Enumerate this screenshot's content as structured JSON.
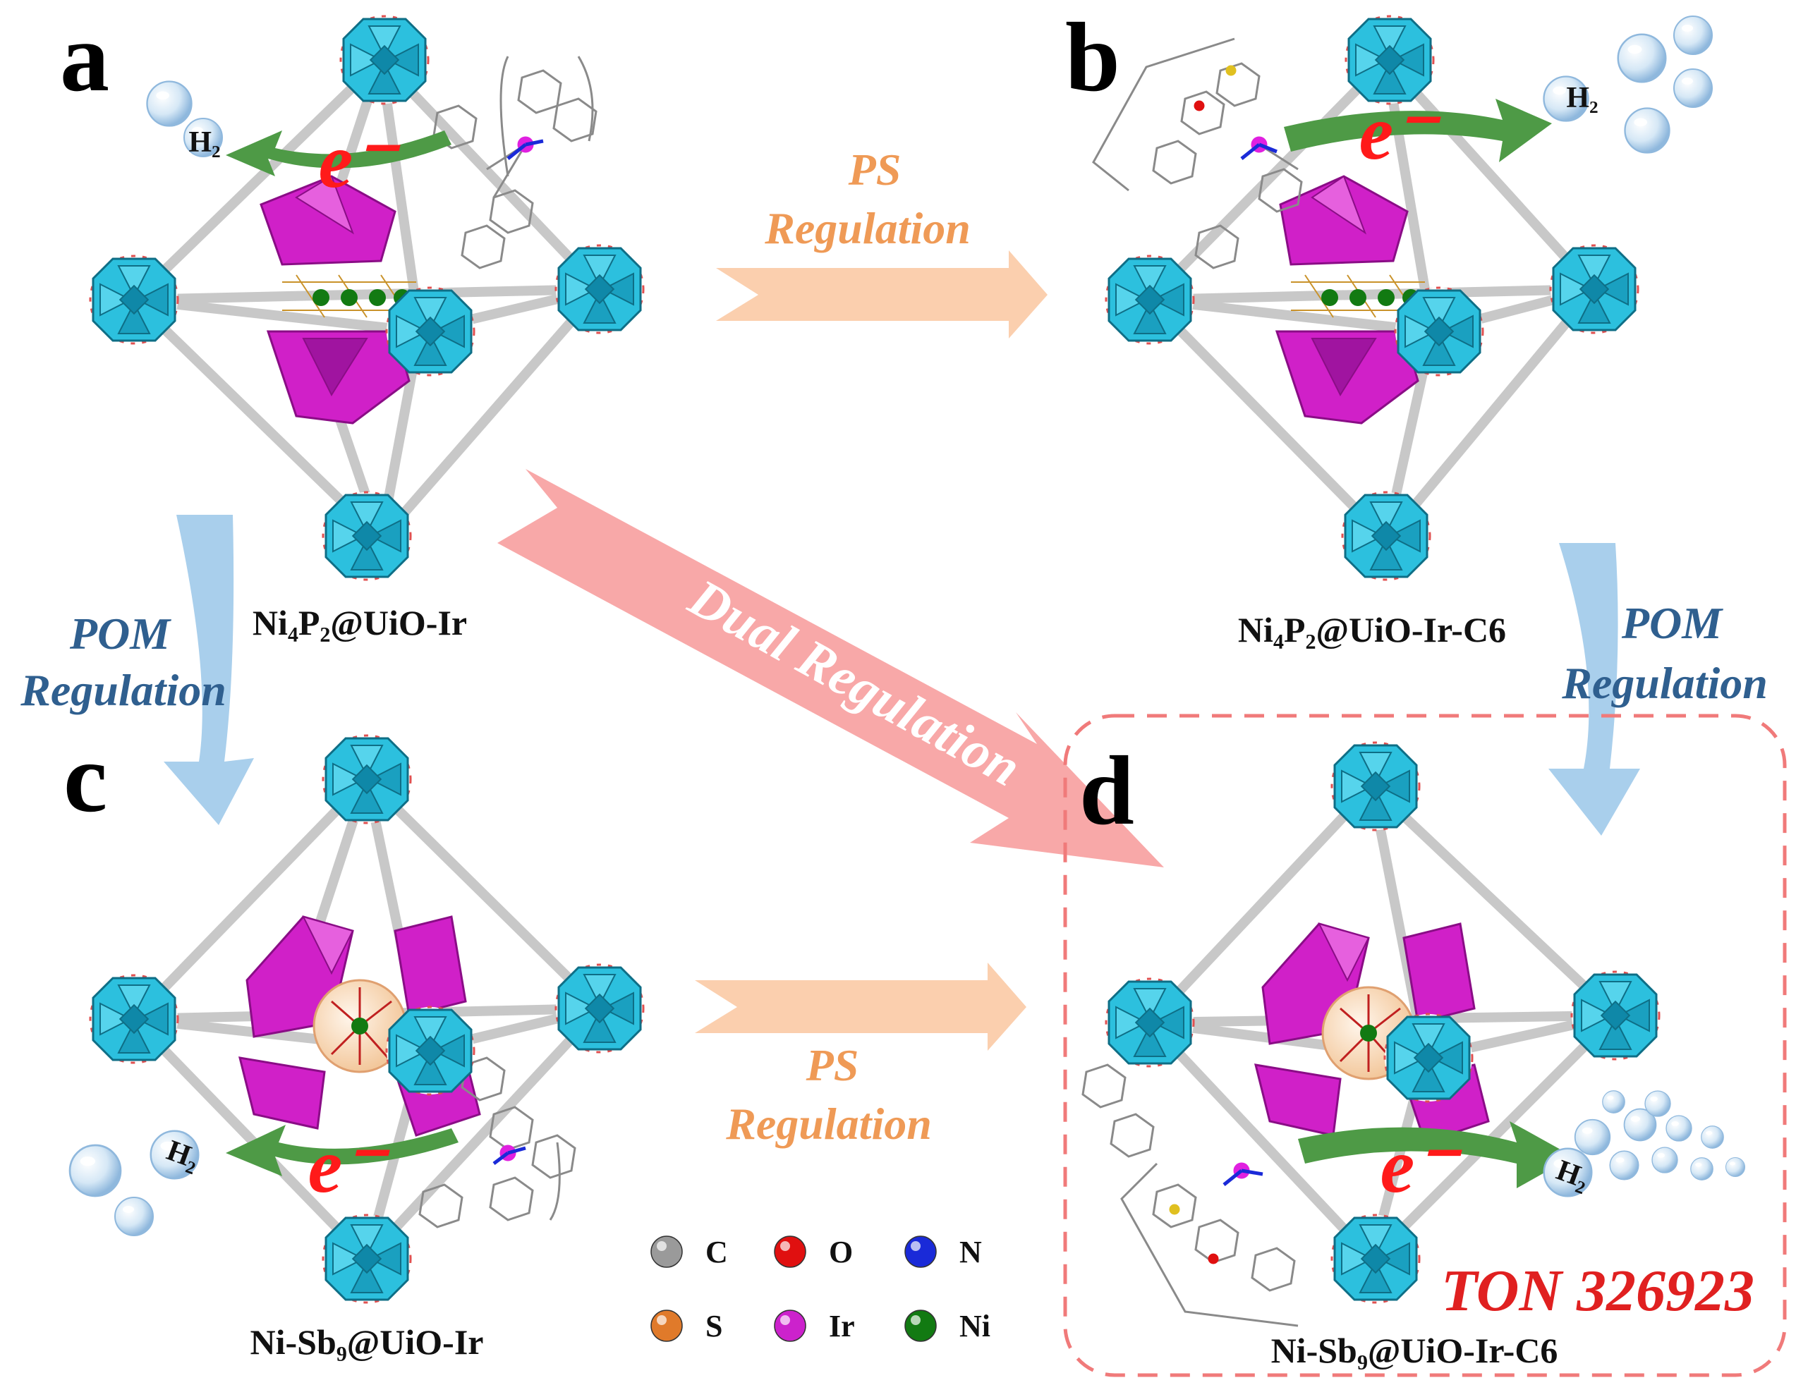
{
  "panels": [
    {
      "letter": "a",
      "caption": "Ni₄P₂@UiO-Ir"
    },
    {
      "letter": "b",
      "caption": "Ni₄P₂@UiO-Ir-C6"
    },
    {
      "letter": "c",
      "caption": "Ni-Sb₉@UiO-Ir"
    },
    {
      "letter": "d",
      "caption": "Ni-Sb₉@UiO-Ir-C6"
    }
  ],
  "arrows": {
    "ps_top": {
      "line1": "PS",
      "line2": "Regulation"
    },
    "ps_bottom": {
      "line1": "PS",
      "line2": "Regulation"
    },
    "pom_left": {
      "line1": "POM",
      "line2": "Regulation"
    },
    "pom_right": {
      "line1": "POM",
      "line2": "Regulation"
    },
    "dual": {
      "label": "Dual Regulation"
    }
  },
  "electron_label": "e⁻",
  "h2_label": "H₂",
  "ton_label": "TON 326923",
  "legend": [
    {
      "symbol": "C",
      "color": "#9a9a9a"
    },
    {
      "symbol": "O",
      "color": "#e01010"
    },
    {
      "symbol": "N",
      "color": "#1a2ad8"
    },
    {
      "symbol": "S",
      "color": "#e07a2a"
    },
    {
      "symbol": "Ir",
      "color": "#cc22cc"
    },
    {
      "symbol": "Ni",
      "color": "#127a12"
    }
  ],
  "colors": {
    "cluster": "#29b8d8",
    "pom": "#d020c8",
    "rod": "#c8c8c8",
    "electron_arrow": "#4e9a46",
    "ps_arrow": "#fbcfae",
    "pom_arrow": "#a9cfec",
    "dual_arrow": "#f8a3a3",
    "highlight_box": "#f07a7a"
  }
}
